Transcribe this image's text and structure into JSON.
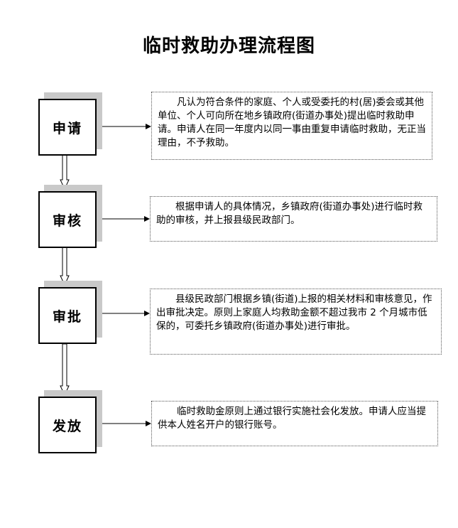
{
  "title": "临时救助办理流程图",
  "steps": [
    {
      "label": "申请",
      "text": "凡认为符合条件的家庭、个人或受委托的村(居)委会或其他单位、个人可向所在地乡镇政府(街道办事处)提出临时救助申请。申请人在同一年度内以同一事由重复申请临时救助，无正当理由，不予救助。"
    },
    {
      "label": "审核",
      "text": "根据申请人的具体情况，乡镇政府(街道办事处)进行临时救助的审核，并上报县级民政部门。"
    },
    {
      "label": "审批",
      "text": "县级民政部门根据乡镇(街道)上报的相关材料和审核意见，作出审批决定。原则上家庭人均救助金额不超过我市 2 个月城市低保的，可委托乡镇政府(街道办事处)进行审批。"
    },
    {
      "label": "发放",
      "text": "临时救助金原则上通过银行实施社会化发放。申请人应当提供本人姓名开户的银行账号。"
    }
  ]
}
